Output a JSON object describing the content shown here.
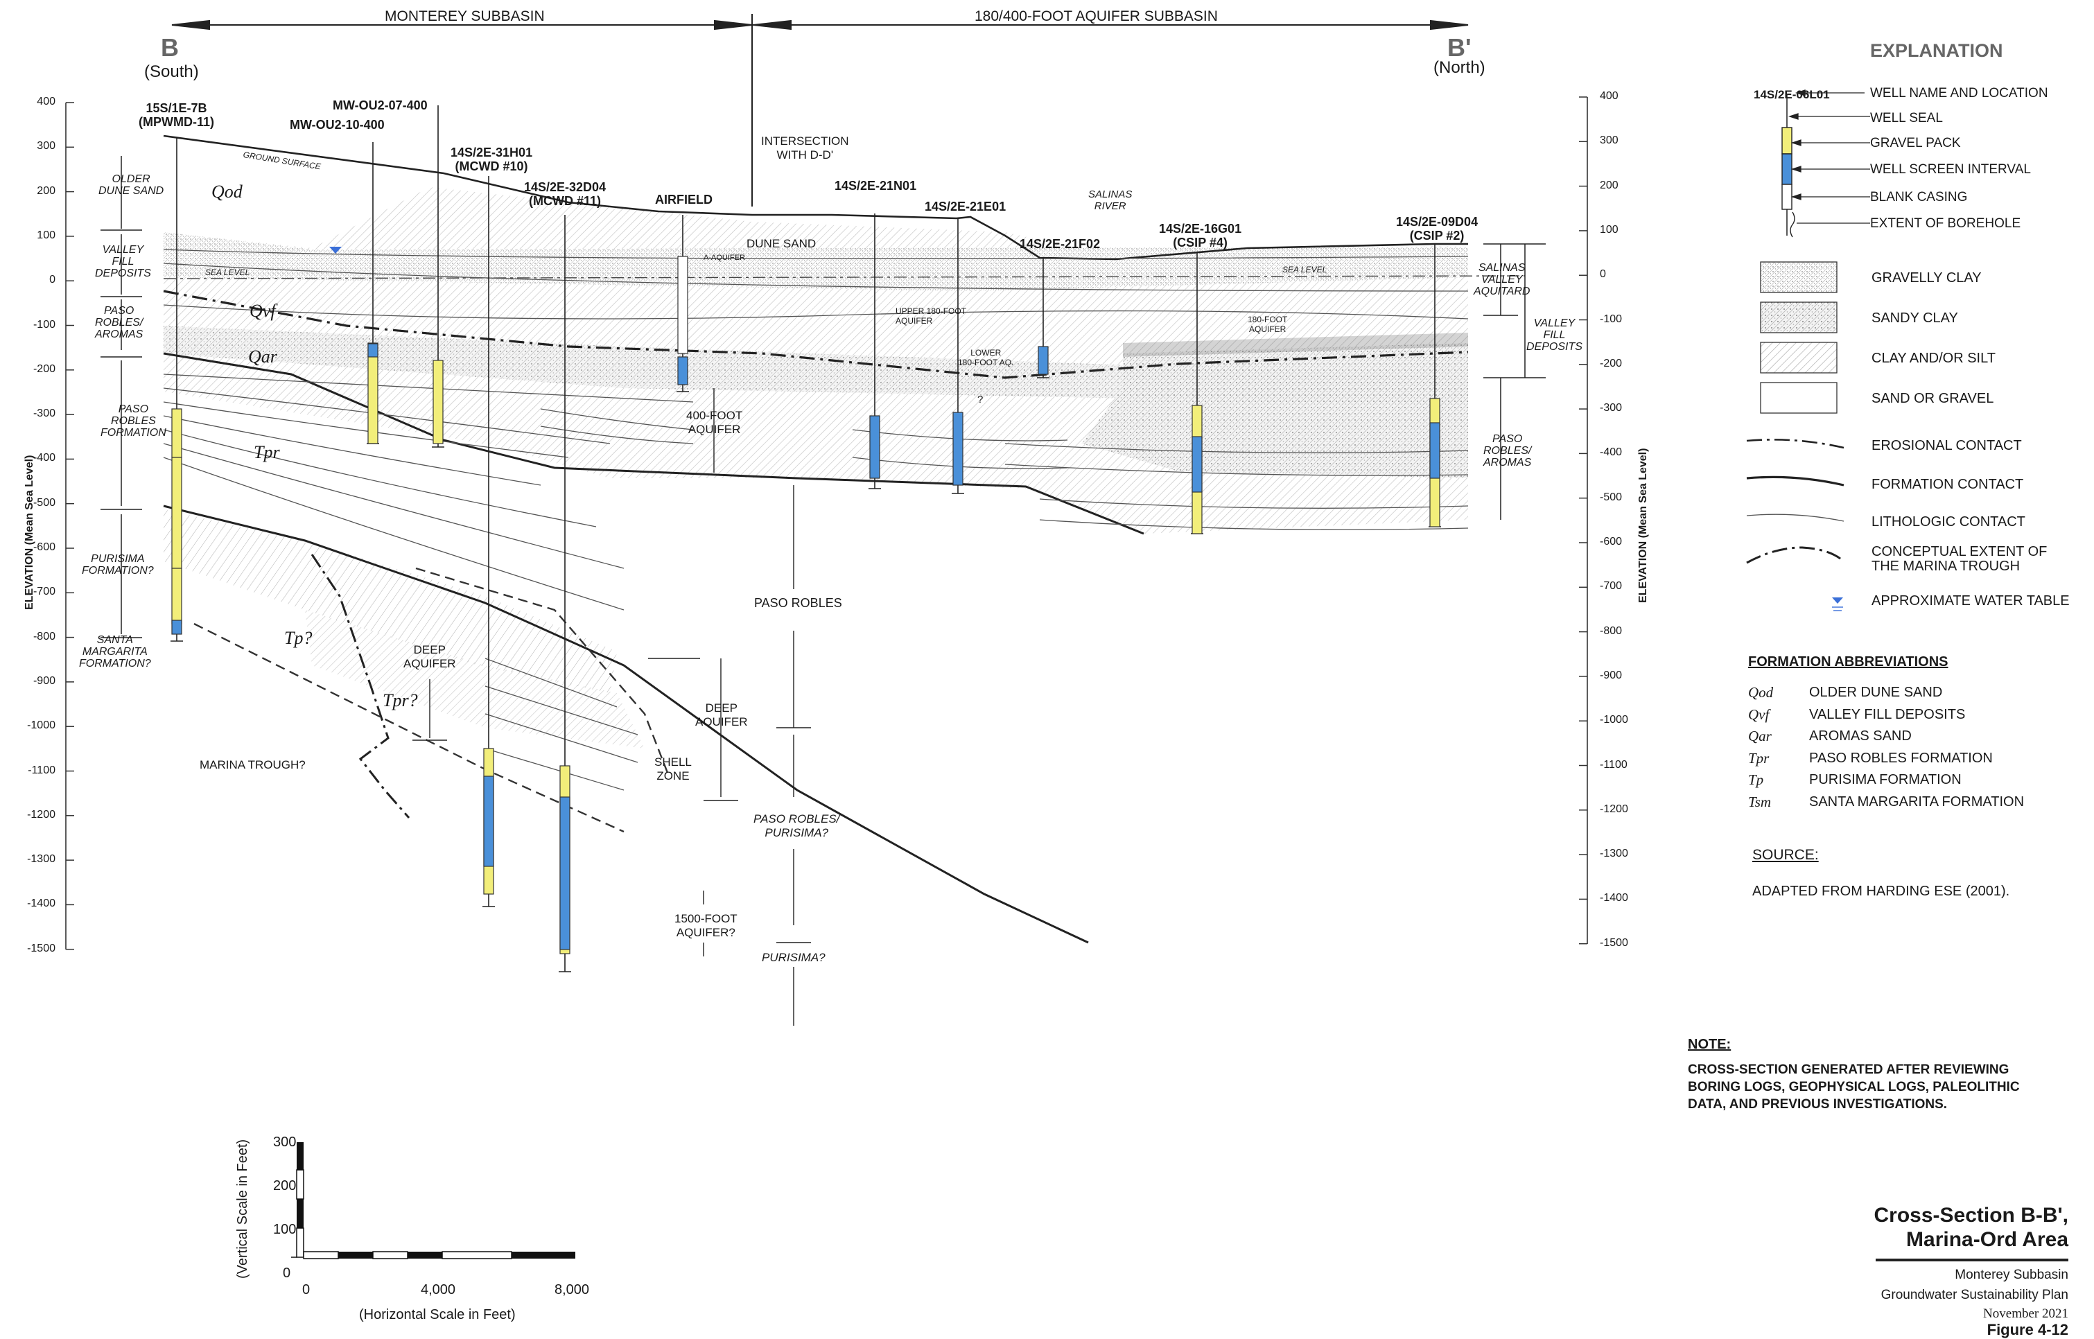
{
  "header": {
    "left_subbasin": "MONTEREY SUBBASIN",
    "right_subbasin": "180/400-FOOT AQUIFER SUBBASIN",
    "end_b": "B",
    "end_b_sub": "(South)",
    "end_bp": "B'",
    "end_bp_sub": "(North)"
  },
  "axes": {
    "left_label": "ELEVATION (Mean Sea Level)",
    "right_label": "ELEVATION (Mean Sea Level)",
    "ticks": [
      "400",
      "300",
      "200",
      "100",
      "0",
      "-100",
      "-200",
      "-300",
      "-400",
      "-500",
      "-600",
      "-700",
      "-800",
      "-900",
      "-1000",
      "-1100",
      "-1200",
      "-1300",
      "-1400",
      "-1500"
    ]
  },
  "wells": [
    {
      "name": "15S/1E-7B",
      "sub": "(MPWMD-11)"
    },
    {
      "name": "MW-OU2-07-400",
      "sub": ""
    },
    {
      "name": "MW-OU2-10-400",
      "sub": ""
    },
    {
      "name": "14S/2E-31H01",
      "sub": "(MCWD #10)"
    },
    {
      "name": "14S/2E-32D04",
      "sub": "(MCWD #11)"
    },
    {
      "name": "AIRFIELD",
      "sub": ""
    },
    {
      "name": "14S/2E-21N01",
      "sub": ""
    },
    {
      "name": "14S/2E-21E01",
      "sub": ""
    },
    {
      "name": "14S/2E-21F02",
      "sub": ""
    },
    {
      "name": "14S/2E-16G01",
      "sub": "(CSIP #4)"
    },
    {
      "name": "14S/2E-09D04",
      "sub": "(CSIP #2)"
    }
  ],
  "left_units": [
    {
      "l1": "OLDER",
      "l2": "DUNE SAND",
      "l3": ""
    },
    {
      "l1": "VALLEY",
      "l2": "FILL",
      "l3": "DEPOSITS"
    },
    {
      "l1": "PASO",
      "l2": "ROBLES/",
      "l3": "AROMAS"
    },
    {
      "l1": "PASO",
      "l2": "ROBLES",
      "l3": "FORMATION"
    },
    {
      "l1": "PURISIMA",
      "l2": "FORMATION?",
      "l3": ""
    },
    {
      "l1": "SANTA",
      "l2": "MARGARITA",
      "l3": "FORMATION?"
    }
  ],
  "right_units": [
    {
      "l1": "SALINAS",
      "l2": "VALLEY",
      "l3": "AQUITARD"
    },
    {
      "l1": "VALLEY",
      "l2": "FILL",
      "l3": "DEPOSITS"
    },
    {
      "l1": "PASO",
      "l2": "ROBLES/",
      "l3": "AROMAS"
    }
  ],
  "section_labels": {
    "qod": "Qod",
    "qvf": "Qvf",
    "qar": "Qar",
    "tpr": "Tpr",
    "tp_q": "Tp?",
    "tpr_q": "Tpr?",
    "ground_surface": "GROUND SURFACE",
    "sea_level_left": "SEA LEVEL",
    "sea_level_right": "SEA LEVEL",
    "a_aquifer": "A-AQUIFER",
    "intersection_1": "INTERSECTION",
    "intersection_2": "WITH D-D'",
    "dune_sand": "DUNE SAND",
    "upper180_1": "UPPER 180-FOOT",
    "upper180_2": "AQUIFER",
    "lower180_1": "LOWER",
    "lower180_2": "180-FOOT AQ.",
    "question": "?",
    "salinas_1": "SALINAS",
    "salinas_2": "RIVER",
    "aq180_1": "180-FOOT",
    "aq180_2": "AQUIFER",
    "aq400_1": "400-FOOT",
    "aq400_2": "AQUIFER",
    "paso_robles": "PASO ROBLES",
    "deep_aq_1": "DEEP",
    "deep_aq_2": "AQUIFER",
    "deep_aq2_1": "DEEP",
    "deep_aq2_2": "AQUIFER",
    "shell_1": "SHELL",
    "shell_2": "ZONE",
    "pr_purisima_1": "PASO ROBLES/",
    "pr_purisima_2": "PURISIMA?",
    "marina_trough": "MARINA TROUGH?",
    "aq1500_1": "1500-FOOT",
    "aq1500_2": "AQUIFER?",
    "purisima_q": "PURISIMA?"
  },
  "explanation": {
    "title": "EXPLANATION",
    "sample_well": "14S/2E-06L01",
    "well_items": [
      "WELL NAME AND LOCATION",
      "WELL SEAL",
      "GRAVEL PACK",
      "WELL SCREEN INTERVAL",
      "BLANK CASING",
      "EXTENT OF BOREHOLE"
    ],
    "patterns": [
      "GRAVELLY CLAY",
      "SANDY CLAY",
      "CLAY AND/OR SILT",
      "SAND OR GRAVEL"
    ],
    "contacts": [
      {
        "l1": "EROSIONAL CONTACT",
        "l2": ""
      },
      {
        "l1": "FORMATION CONTACT",
        "l2": ""
      },
      {
        "l1": "LITHOLOGIC CONTACT",
        "l2": ""
      },
      {
        "l1": "CONCEPTUAL EXTENT OF",
        "l2": "THE MARINA TROUGH"
      },
      {
        "l1": "APPROXIMATE WATER TABLE",
        "l2": ""
      }
    ]
  },
  "abbreviations": {
    "title": "FORMATION ABBREVIATIONS",
    "items": [
      {
        "abbr": "Qod",
        "name": "OLDER DUNE SAND"
      },
      {
        "abbr": "Qvf",
        "name": "VALLEY FILL DEPOSITS"
      },
      {
        "abbr": "Qar",
        "name": "AROMAS SAND"
      },
      {
        "abbr": "Tpr",
        "name": "PASO ROBLES FORMATION"
      },
      {
        "abbr": "Tp",
        "name": "PURISIMA FORMATION"
      },
      {
        "abbr": "Tsm",
        "name": "SANTA MARGARITA FORMATION"
      }
    ]
  },
  "source": {
    "title": "SOURCE:",
    "text": "ADAPTED FROM HARDING ESE (2001)."
  },
  "note": {
    "title": "NOTE:",
    "lines": [
      "CROSS-SECTION GENERATED AFTER REVIEWING",
      "BORING LOGS, GEOPHYSICAL LOGS, PALEOLITHIC",
      "DATA, AND PREVIOUS INVESTIGATIONS."
    ]
  },
  "scale": {
    "v_label": "(Vertical Scale in Feet)",
    "h_label": "(Horizontal Scale in Feet)",
    "v_ticks": [
      "300",
      "200",
      "100",
      "0"
    ],
    "h_ticks": [
      "0",
      "4,000",
      "8,000"
    ]
  },
  "title_block": {
    "title1": "Cross-Section B-B',",
    "title2": "Marina-Ord Area",
    "line1": "Monterey Subbasin",
    "line2": "Groundwater Sustainability Plan",
    "line3": "November 2021",
    "fig": "Figure 4-12"
  },
  "colors": {
    "screen": "#4a90d9",
    "gravel": "#f2ee7a",
    "water_table": "#3a6fd8",
    "hatch": "#9a9a9a",
    "line": "#222222"
  }
}
